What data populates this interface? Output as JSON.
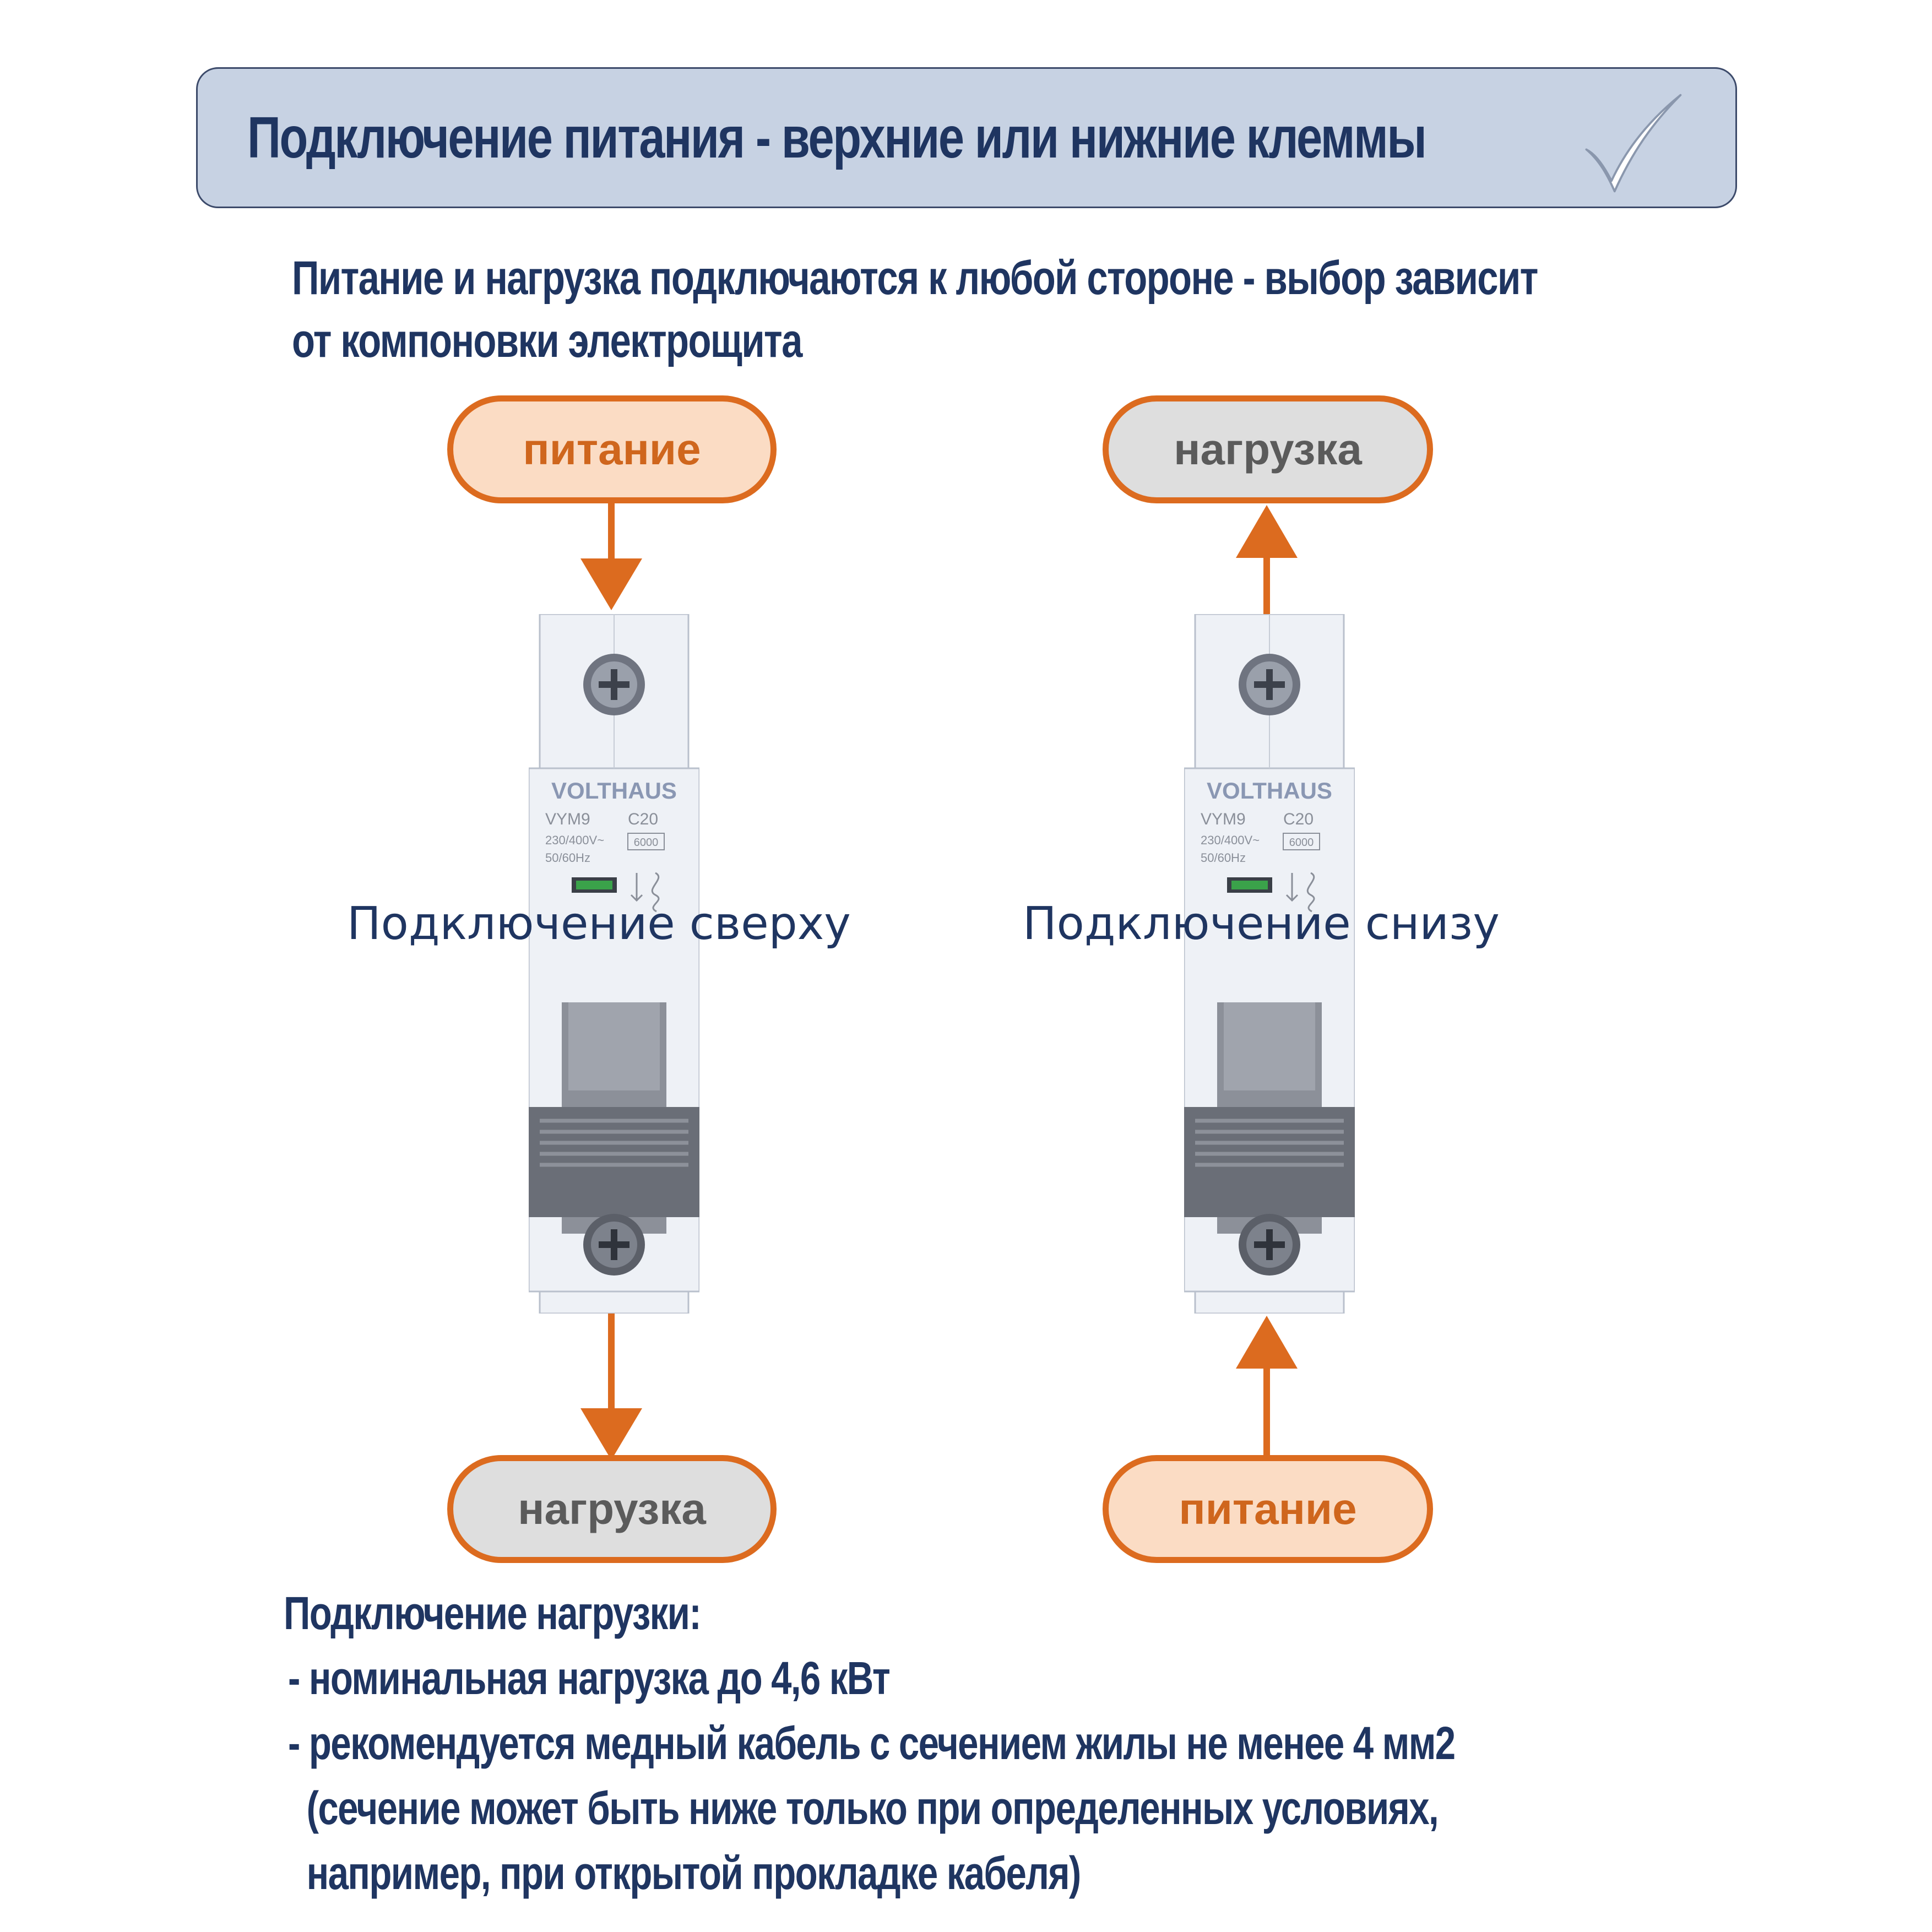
{
  "header": {
    "title": "Подключение питания - верхние или нижние клеммы",
    "check_icon": "checkmark-icon"
  },
  "subtitle": {
    "line1": "Питание и нагрузка подключаются к любой стороне - выбор зависит",
    "line2": "от компоновки электрощита"
  },
  "left": {
    "top_label": "питание",
    "bottom_label": "нагрузка",
    "caption": "Подключение сверху"
  },
  "right": {
    "top_label": "нагрузка",
    "bottom_label": "питание",
    "caption": "Подключение снизу"
  },
  "breaker": {
    "brand": "VOLTHAUS",
    "model": "VYM9",
    "rating": "C20",
    "voltage": "230/400V~",
    "breaking_capacity": "6000",
    "frequency": "50/60Hz"
  },
  "notes": {
    "heading": "Подключение нагрузки:",
    "item1": "- номинальная нагрузка до 4,6 кВт",
    "item2": "- рекомендуется медный кабель с сечением жилы не менее 4 мм2",
    "item2_cont1": "(сечение может быть ниже только при определенных условиях,",
    "item2_cont2": "например, при открытой прокладке кабеля)"
  },
  "colors": {
    "accent_orange": "#dc6b1f",
    "title_blue": "#1f3561",
    "banner_fill": "#c7d2e3",
    "supply_fill": "#fbdcc4",
    "load_fill": "#dedede"
  }
}
